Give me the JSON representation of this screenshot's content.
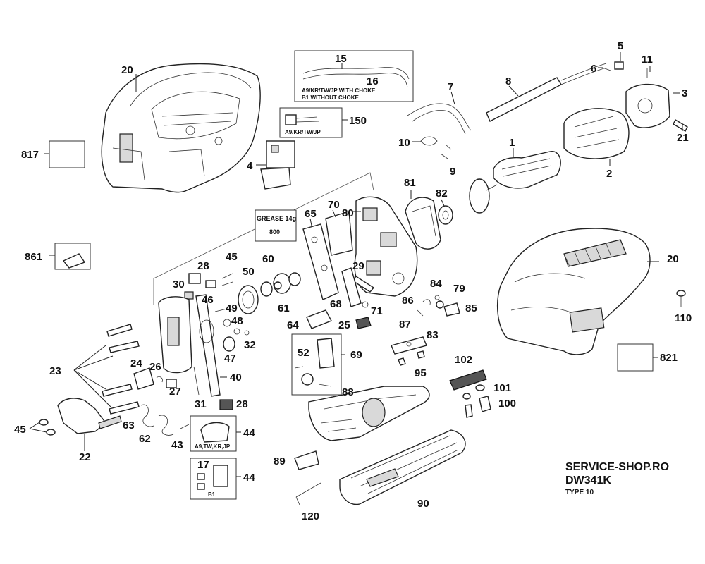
{
  "footer": {
    "shop": "SERVICE-SHOP.RO",
    "model": "DW341K",
    "type": "TYPE 10"
  },
  "notes": {
    "choke_line1": "A9/KR/TW/JP WITH CHOKE",
    "choke_line2": "B1 WITHOUT CHOKE",
    "region_150": "A9/KR/TW/JP",
    "region_44a": "A9,TW,KR,JP",
    "region_44b": "B1",
    "grease": "GREASE 14g",
    "grease_num": "800"
  },
  "labels": {
    "l20a": "20",
    "l20b": "20",
    "l15": "15",
    "l16": "16",
    "l5": "5",
    "l6": "6",
    "l11": "11",
    "l3": "3",
    "l21": "21",
    "l7": "7",
    "l8": "8",
    "l10": "10",
    "l9": "9",
    "l1": "1",
    "l2": "2",
    "l150": "150",
    "l4": "4",
    "l817": "817",
    "l861": "861",
    "l81": "81",
    "l82": "82",
    "l65": "65",
    "l70": "70",
    "l80": "80",
    "l28a": "28",
    "l28b": "28",
    "l45a": "45",
    "l45b": "45",
    "l60": "60",
    "l50": "50",
    "l30": "30",
    "l46": "46",
    "l49": "49",
    "l48": "48",
    "l61": "61",
    "l29": "29",
    "l68": "68",
    "l71": "71",
    "l84": "84",
    "l79": "79",
    "l86": "86",
    "l85": "85",
    "l87": "87",
    "l110": "110",
    "l64": "64",
    "l25": "25",
    "l83": "83",
    "l52": "52",
    "l69": "69",
    "l95": "95",
    "l32": "32",
    "l47": "47",
    "l23": "23",
    "l24": "24",
    "l26": "26",
    "l27": "27",
    "l40": "40",
    "l31": "31",
    "l102": "102",
    "l101": "101",
    "l100": "100",
    "l88": "88",
    "l63": "63",
    "l62": "62",
    "l43": "43",
    "l44a": "44",
    "l44b": "44",
    "l17": "17",
    "l22": "22",
    "l89": "89",
    "l120": "120",
    "l90": "90",
    "l821": "821"
  }
}
